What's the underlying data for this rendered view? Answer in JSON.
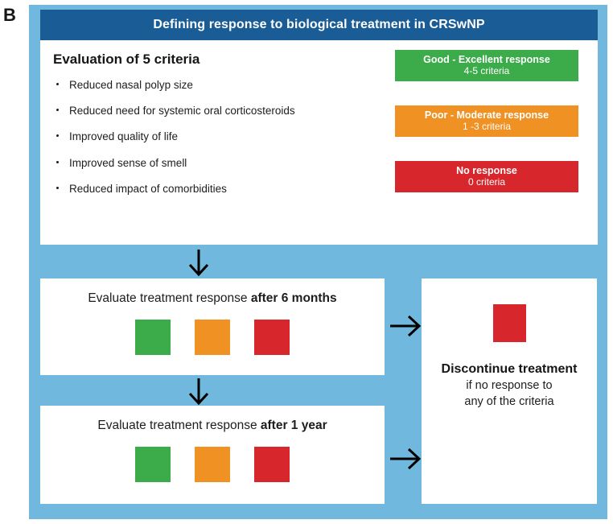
{
  "figure": {
    "panel_letter": "B"
  },
  "colors": {
    "panel_background": "#70b8dd",
    "title_bar": "#1a5c96",
    "good": "#3cab4a",
    "poor": "#ef9123",
    "none": "#d7262c",
    "card_background": "#ffffff",
    "text": "#1d1d1d"
  },
  "top_card": {
    "title": "Defining response to biological treatment in CRSwNP",
    "criteria_heading": "Evaluation of 5 criteria",
    "criteria": [
      "Reduced nasal polyp size",
      "Reduced need for systemic oral corticosteroids",
      "Improved quality of life",
      "Improved sense of smell",
      "Reduced impact of comorbidities"
    ],
    "legend": [
      {
        "label": "Good - Excellent response",
        "sub": "4-5 criteria",
        "color": "#3cab4a",
        "name": "good-excellent-response"
      },
      {
        "label": "Poor - Moderate response",
        "sub": "1 -3 criteria",
        "color": "#ef9123",
        "name": "poor-moderate-response"
      },
      {
        "label": "No response",
        "sub": "0 criteria",
        "color": "#d7262c",
        "name": "no-response"
      }
    ]
  },
  "eval_six_months": {
    "text_plain": "Evaluate treatment response ",
    "text_bold": "after 6 months",
    "swatches": [
      "#3cab4a",
      "#ef9123",
      "#d7262c"
    ]
  },
  "eval_one_year": {
    "text_plain": "Evaluate treatment response ",
    "text_bold": "after 1 year",
    "swatches": [
      "#3cab4a",
      "#ef9123",
      "#d7262c"
    ]
  },
  "discontinue": {
    "swatch_color": "#d7262c",
    "title": "Discontinue treatment",
    "line1": "if no response to",
    "line2": "any of the criteria"
  }
}
